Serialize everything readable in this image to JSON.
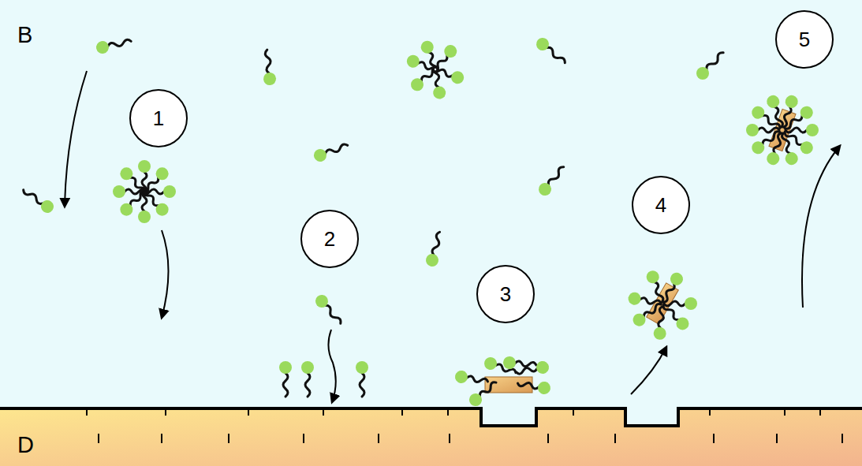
{
  "diagram": {
    "nodes": [
      {
        "text": [
          "5"
        ]
      },
      {
        "text": [
          "1"
        ]
      },
      {
        "text": [
          "4"
        ]
      },
      {
        "text": [
          "2"
        ]
      },
      {
        "text": [
          "3"
        ]
      }
    ],
    "labels": [
      "B",
      "D"
    ]
  }
}
